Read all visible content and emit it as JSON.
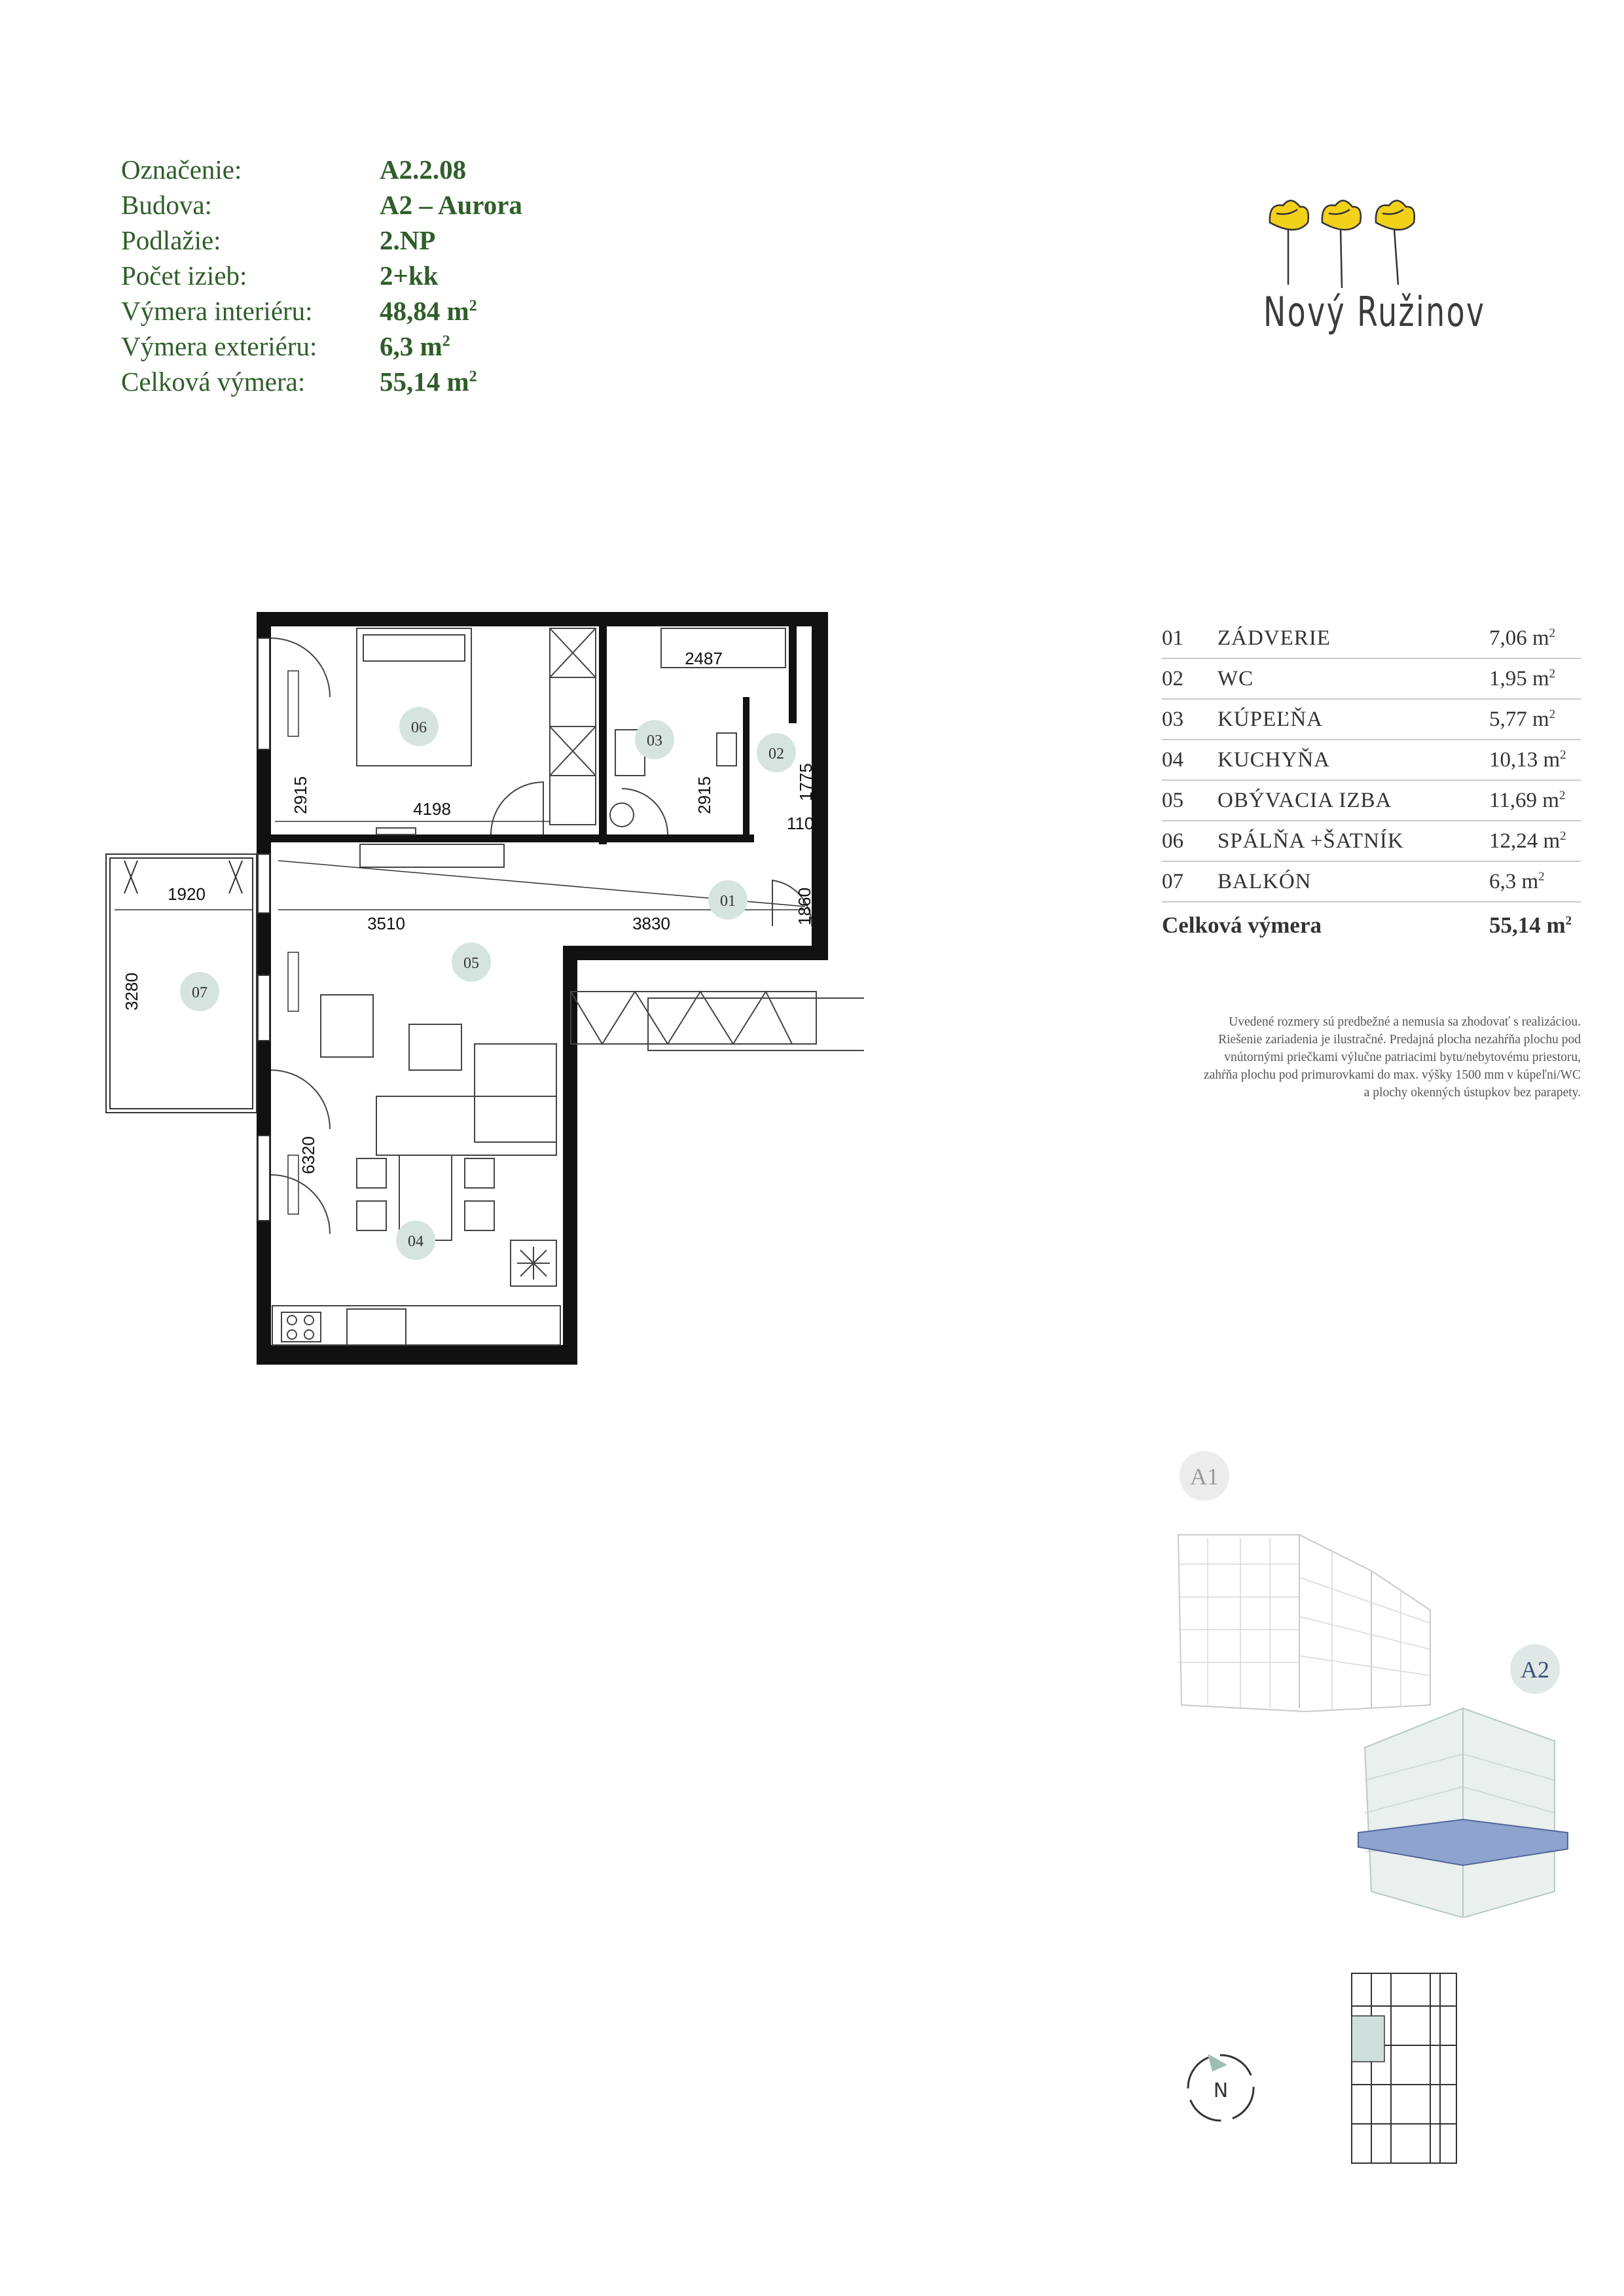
{
  "info": [
    {
      "label": "Označenie:",
      "value": "A2.2.08",
      "sup": ""
    },
    {
      "label": "Budova:",
      "value": "A2 – Aurora",
      "sup": ""
    },
    {
      "label": "Podlažie:",
      "value": "2.NP",
      "sup": ""
    },
    {
      "label": "Počet izieb:",
      "value": "2+kk",
      "sup": ""
    },
    {
      "label": "Výmera interiéru:",
      "value": "48,84 m",
      "sup": "2"
    },
    {
      "label": "Výmera exteriéru:",
      "value": "6,3 m",
      "sup": "2"
    },
    {
      "label": "Celková výmera:",
      "value": "55,14 m",
      "sup": "2"
    }
  ],
  "brand": {
    "name": "Nový Ružinov",
    "accent": "#f2d11b"
  },
  "rooms": [
    {
      "num": "01",
      "name": "ZÁDVERIE",
      "area": "7,06 m",
      "sup": "2"
    },
    {
      "num": "02",
      "name": "WC",
      "area": "1,95 m",
      "sup": "2"
    },
    {
      "num": "03",
      "name": "KÚPEĽŇA",
      "area": "5,77 m",
      "sup": "2"
    },
    {
      "num": "04",
      "name": "KUCHYŇA",
      "area": "10,13 m",
      "sup": "2"
    },
    {
      "num": "05",
      "name": "OBÝVACIA IZBA",
      "area": "11,69 m",
      "sup": "2"
    },
    {
      "num": "06",
      "name": "SPÁLŇA +ŠATNÍK",
      "area": "12,24 m",
      "sup": "2"
    },
    {
      "num": "07",
      "name": "BALKÓN",
      "area": "6,3 m",
      "sup": "2"
    }
  ],
  "total": {
    "label": "Celková výmera",
    "area": "55,14 m",
    "sup": "2"
  },
  "note": [
    "Uvedené rozmery sú predbežné a nemusia sa zhodovať s realizáciou.",
    "Riešenie zariadenia je ilustračné. Predajná plocha nezahŕňa plochu pod",
    "vnútornými priečkami výlučne patriacimi bytu/nebytovému priestoru,",
    "zahŕňa plochu pod primurovkami do max. výšky 1500 mm v kúpeľni/WC",
    "a plochy okenných ústupkov bez parapety."
  ],
  "plan": {
    "room_labels": [
      "01",
      "02",
      "03",
      "04",
      "05",
      "06",
      "07"
    ],
    "dimensions": {
      "d4198": "4198",
      "d2915a": "2915",
      "d2487": "2487",
      "d2915b": "2915",
      "d1775": "1775",
      "d1100": "1100",
      "d1920": "1920",
      "d3510": "3510",
      "d3830": "3830",
      "d1860": "1860",
      "d3280": "3280",
      "d6320": "6320"
    },
    "bubble_color": "#d6e4e0"
  },
  "buildings": {
    "a1": "A1",
    "a2": "A2"
  },
  "compass": {
    "north": "N"
  }
}
